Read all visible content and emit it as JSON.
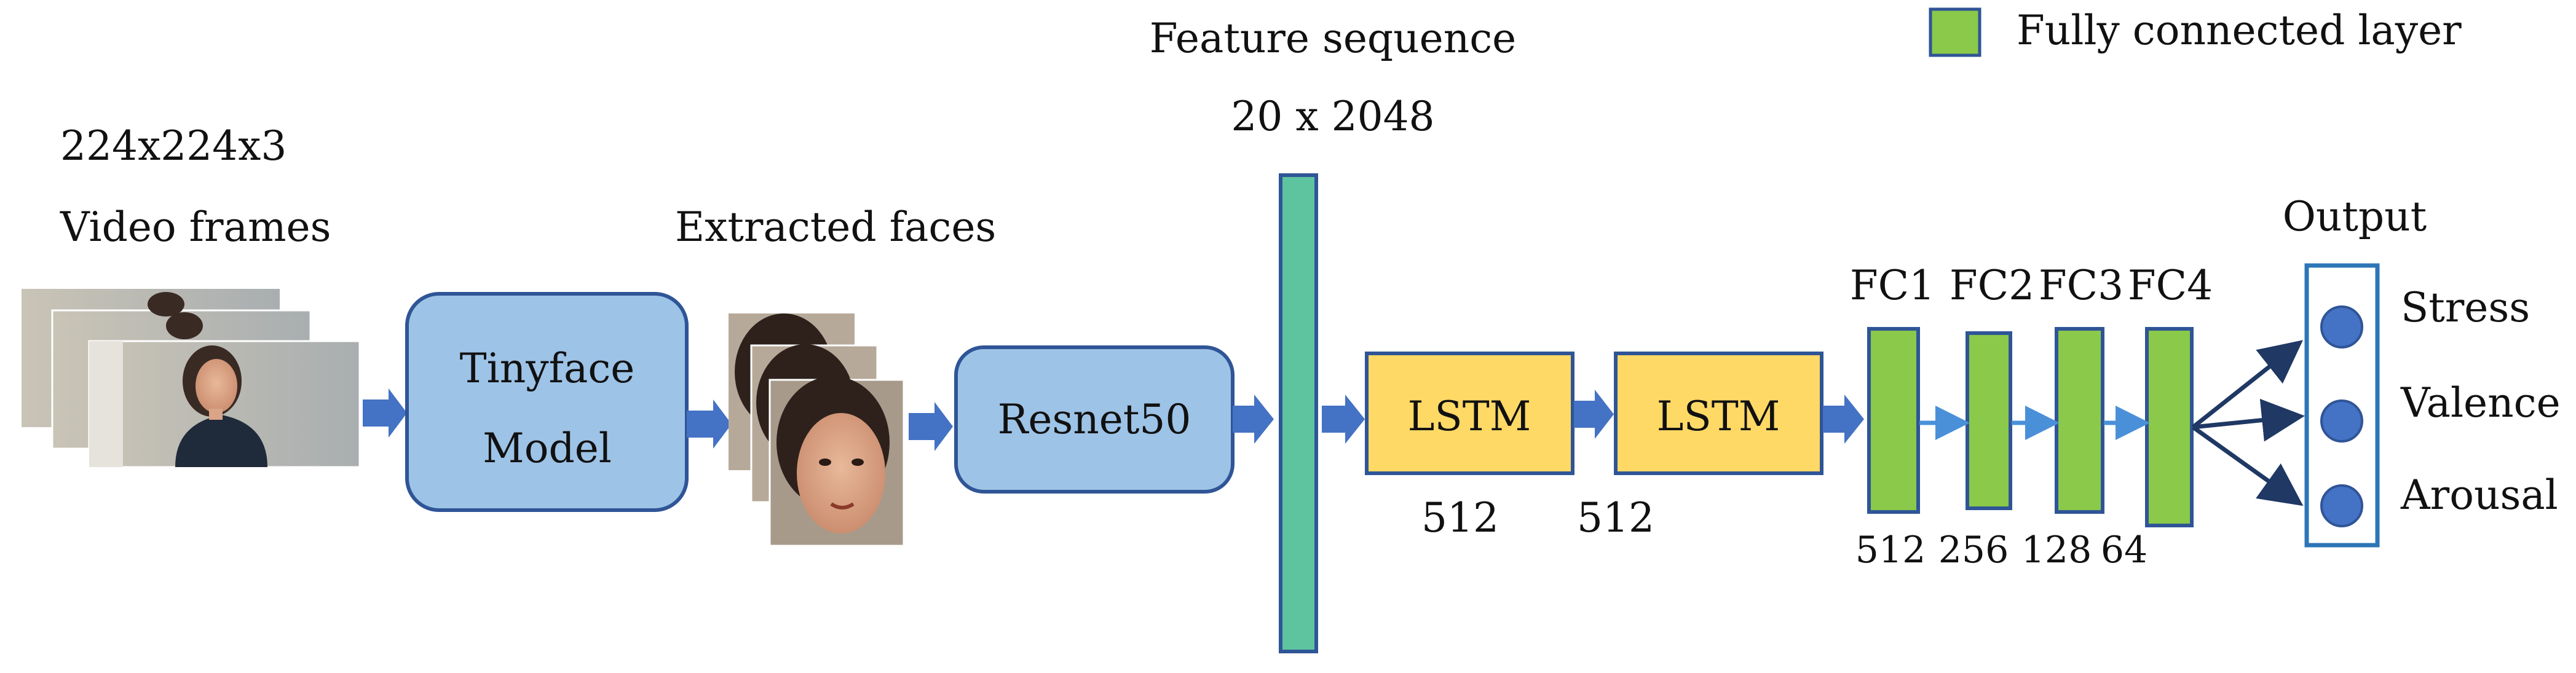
{
  "legend": {
    "label": "Fully connected layer",
    "color": "#8ac94a"
  },
  "input": {
    "size_label": "224x224x3",
    "title": "Video frames"
  },
  "faces": {
    "title": "Extracted faces"
  },
  "tinyface": {
    "line1": "Tinyface",
    "line2": "Model"
  },
  "resnet": {
    "label": "Resnet50"
  },
  "feature": {
    "title": "Feature sequence",
    "size": "20 x 2048"
  },
  "lstm": [
    {
      "label": "LSTM",
      "units": "512"
    },
    {
      "label": "LSTM",
      "units": "512"
    }
  ],
  "fc": [
    {
      "label": "FC1",
      "units": "512"
    },
    {
      "label": "FC2",
      "units": "256"
    },
    {
      "label": "FC3",
      "units": "128"
    },
    {
      "label": "FC4",
      "units": "64"
    }
  ],
  "output": {
    "title": "Output",
    "items": [
      "Stress",
      "Valence",
      "Arousal"
    ]
  },
  "colors": {
    "model_box": "#9dc3e6",
    "model_border": "#2f5597",
    "lstm_box": "#ffd966",
    "lstm_border": "#2f5597",
    "feature_bar": "#5ec4a0",
    "arrow": "#4472c4",
    "output_node": "#4472c4",
    "output_border": "#2e75b6",
    "dark_arrow": "#1f3864"
  }
}
